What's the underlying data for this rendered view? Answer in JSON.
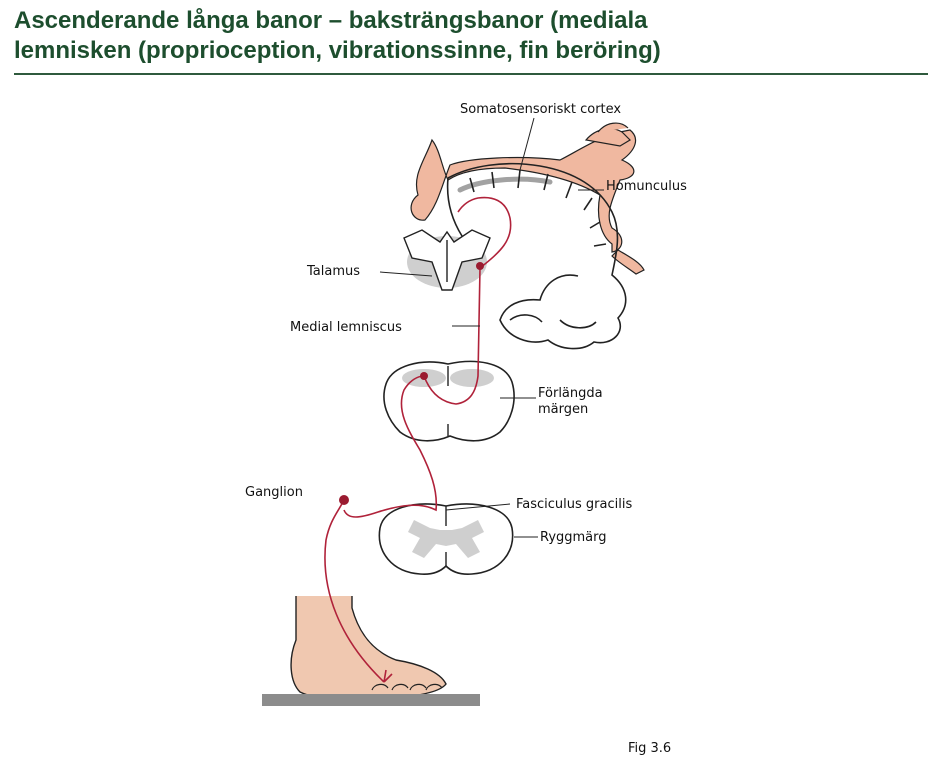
{
  "slide": {
    "title_line1": "Ascenderande långa banor – baksträngsbanor (mediala",
    "title_line2": "lemnisken  (proprioception, vibrationssinne, fin beröring)"
  },
  "labels": {
    "cortex": "Somatosensoriskt cortex",
    "homunculus": "Homunculus",
    "talamus": "Talamus",
    "medial_lemniscus": "Medial lemniscus",
    "medulla_line1": "Förlängda",
    "medulla_line2": "märgen",
    "ganglion": "Ganglion",
    "fasciculus": "Fasciculus gracilis",
    "spinal_cord": "Ryggmärg"
  },
  "figure_ref": "Fig 3.6",
  "colors": {
    "title": "#1d4e2e",
    "pathway": "#b0223a",
    "homunculus_skin": "#f0b8a0",
    "gray_matter": "#cfcfcf",
    "floor": "#8c8c8c"
  }
}
